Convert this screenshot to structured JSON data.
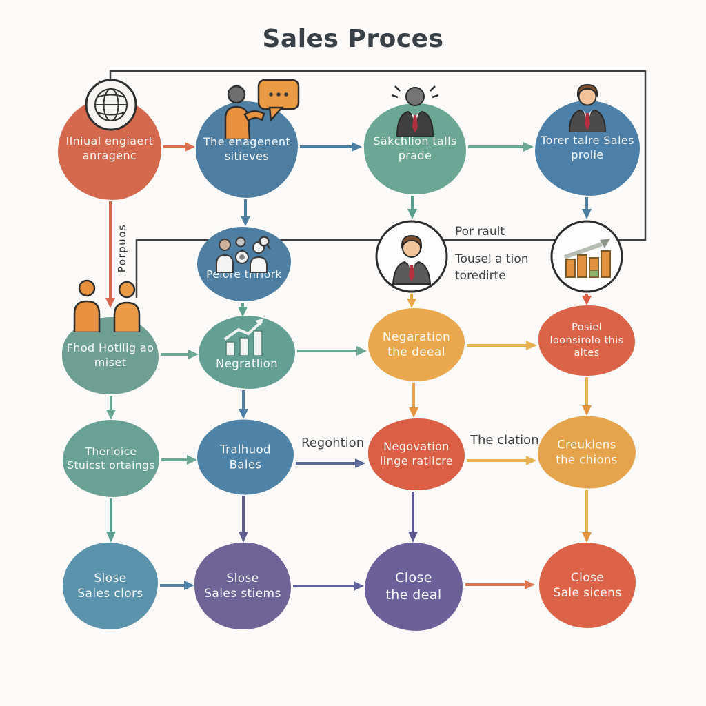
{
  "title": "Sales Proces",
  "nodes": {
    "initial": {
      "line1": "Ilniual engiaert",
      "line2": "anragenc"
    },
    "engagement": {
      "line1": "The enagenent",
      "line2": "sitieves"
    },
    "salechtion": {
      "line1": "Säkchlion talls",
      "line2": "prade"
    },
    "torer": {
      "line1": "Torer talre Sales",
      "line2": "prolie"
    },
    "pelore": {
      "line1": "Pelore thriork"
    },
    "phod": {
      "line1": "Fhod Hotilig ao",
      "line2": "miset"
    },
    "negratlion": {
      "line1": "Negratlion"
    },
    "negaration": {
      "line1": "Negaration",
      "line2": "the deeal"
    },
    "posiel": {
      "line1": "Posiel",
      "line2": "loonsirolo this",
      "line3": "altes"
    },
    "therloice": {
      "line1": "Therloice",
      "line2": "Stuicst ortaings"
    },
    "tralhuod": {
      "line1": "Tralhuod",
      "line2": "Bales"
    },
    "negovation": {
      "line1": "Negovation",
      "line2": "linge ratlicre"
    },
    "creuklens": {
      "line1": "Creuklens",
      "line2": "the chions"
    },
    "slose1": {
      "line1": "Slose",
      "line2": "Sales clors"
    },
    "slose2": {
      "line1": "Slose",
      "line2": "Sales stiems"
    },
    "close_deal": {
      "line1": "Close",
      "line2": "the deal"
    },
    "close_sale": {
      "line1": "Close",
      "line2": "Sale sicens"
    }
  },
  "labels": {
    "porpuos": "Porpuos",
    "por_rault": "Por rault",
    "tousel": "Tousel a tion",
    "toredirte": "toredirte",
    "regohtion": "Regohtion",
    "the_clation": "The clation"
  },
  "palette": {
    "orange_red": "#d5694d",
    "steel_blue": "#4e7fa3",
    "teal": "#6ba794",
    "green_teal": "#6f9f92",
    "amber": "#e9a84e",
    "red": "#db6347",
    "purple": "#6e6496",
    "deep_purple": "#6b6099",
    "yellow_arrow": "#e8b04e",
    "navy_arrow": "#5b6a9a",
    "dark_line": "#3e3e3e"
  }
}
